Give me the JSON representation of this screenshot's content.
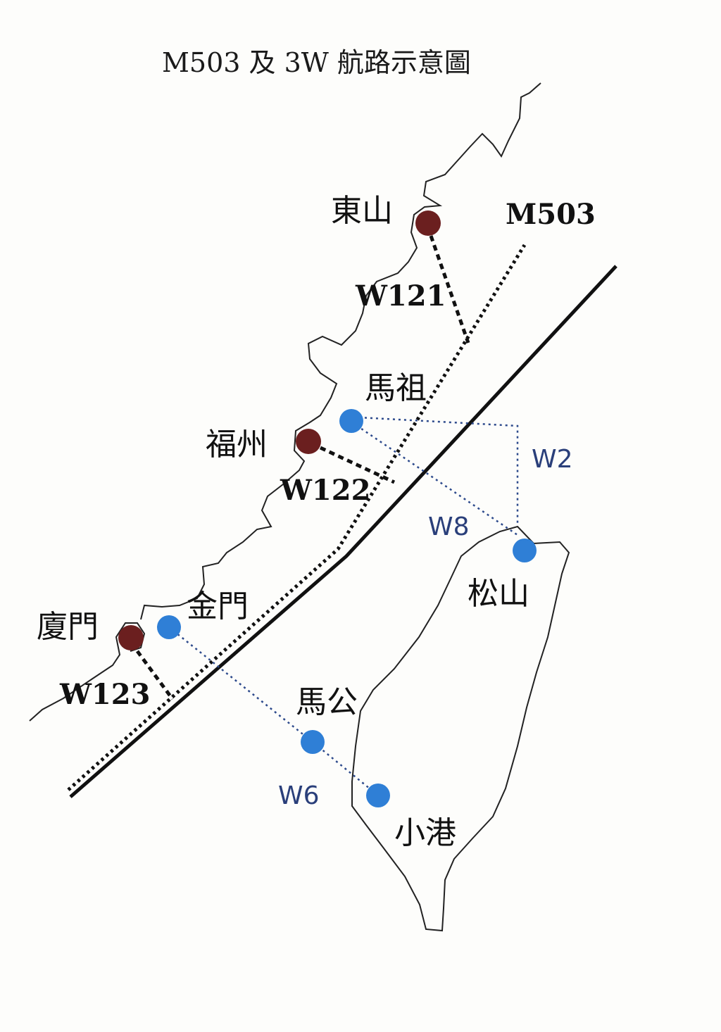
{
  "title": "M503 及 3W 航路示意圖",
  "colors": {
    "mainland_point": "#6b1f1f",
    "taiwan_point": "#2f7fd6",
    "w_route": "#2d4a8c",
    "line": "#111111"
  },
  "places": {
    "dongshan": "東山",
    "fuzhou": "福州",
    "xiamen": "廈門",
    "matsu": "馬祖",
    "kinmen": "金門",
    "songshan": "松山",
    "magong": "馬公",
    "xiaogang": "小港"
  },
  "routes": {
    "m503": "M503",
    "w121": "W121",
    "w122": "W122",
    "w123": "W123",
    "w2": "W2",
    "w8": "W8",
    "w6": "W6"
  }
}
